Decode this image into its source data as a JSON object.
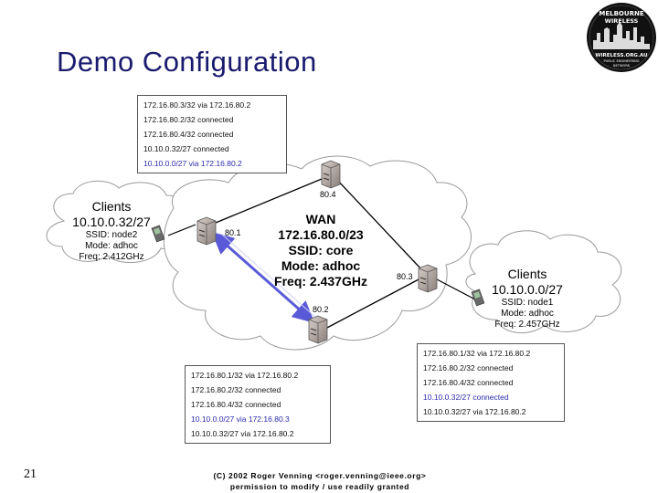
{
  "title": "Demo Configuration",
  "slide_number": "21",
  "logo": {
    "line1": "MELBOURNE",
    "line2": "WIRELESS",
    "line3": "WIRELESS.ORG.AU",
    "line4": "PUBLIC ENGINEERING",
    "line5": "NETWORK"
  },
  "footer": {
    "line1": "(C) 2002 Roger Venning <roger.venning@ieee.org>",
    "line2": "permission to modify / use readily granted"
  },
  "clients_left": {
    "title": "Clients",
    "network": "10.10.0.32/27",
    "ssid": "SSID: node2",
    "mode": "Mode: adhoc",
    "freq": "Freq: 2.412GHz"
  },
  "clients_right": {
    "title": "Clients",
    "network": "10.10.0.0/27",
    "ssid": "SSID: node1",
    "mode": "Mode: adhoc",
    "freq": "Freq: 2.457GHz"
  },
  "wan": {
    "line1": "WAN",
    "line2": "172.16.80.0/23",
    "line3": "SSID: core",
    "line4": "Mode: adhoc",
    "line5": "Freq: 2.437GHz"
  },
  "nodes": {
    "n1": "80.1",
    "n2": "80.2",
    "n3": "80.3",
    "n4": "80.4"
  },
  "table_top": [
    "172.16.80.3/32 via 172.16.80.2",
    "172.16.80.2/32 connected",
    "172.16.80.4/32 connected",
    "10.10.0.32/27 connected",
    "10.10.0.0/27 via 172.16.80.2"
  ],
  "table_bottom_left": [
    "172.16.80.1/32 via 172.16.80.2",
    "172.16.80.2/32 connected",
    "172.16.80.4/32 connected",
    "10.10.0.0/27 via 172.16.80.3",
    "10.10.0.32/27 via 172.16.80.2"
  ],
  "table_bottom_right": [
    "172.16.80.1/32 via 172.16.80.2",
    "172.16.80.2/32 connected",
    "172.16.80.4/32 connected",
    "10.10.0.32/27 connected",
    "10.10.0.32/27 via 172.16.80.2"
  ],
  "colors": {
    "title": "#1a1a6e",
    "route_blue": "#2a2ab0",
    "link_arrow": "#5a5ad8"
  }
}
